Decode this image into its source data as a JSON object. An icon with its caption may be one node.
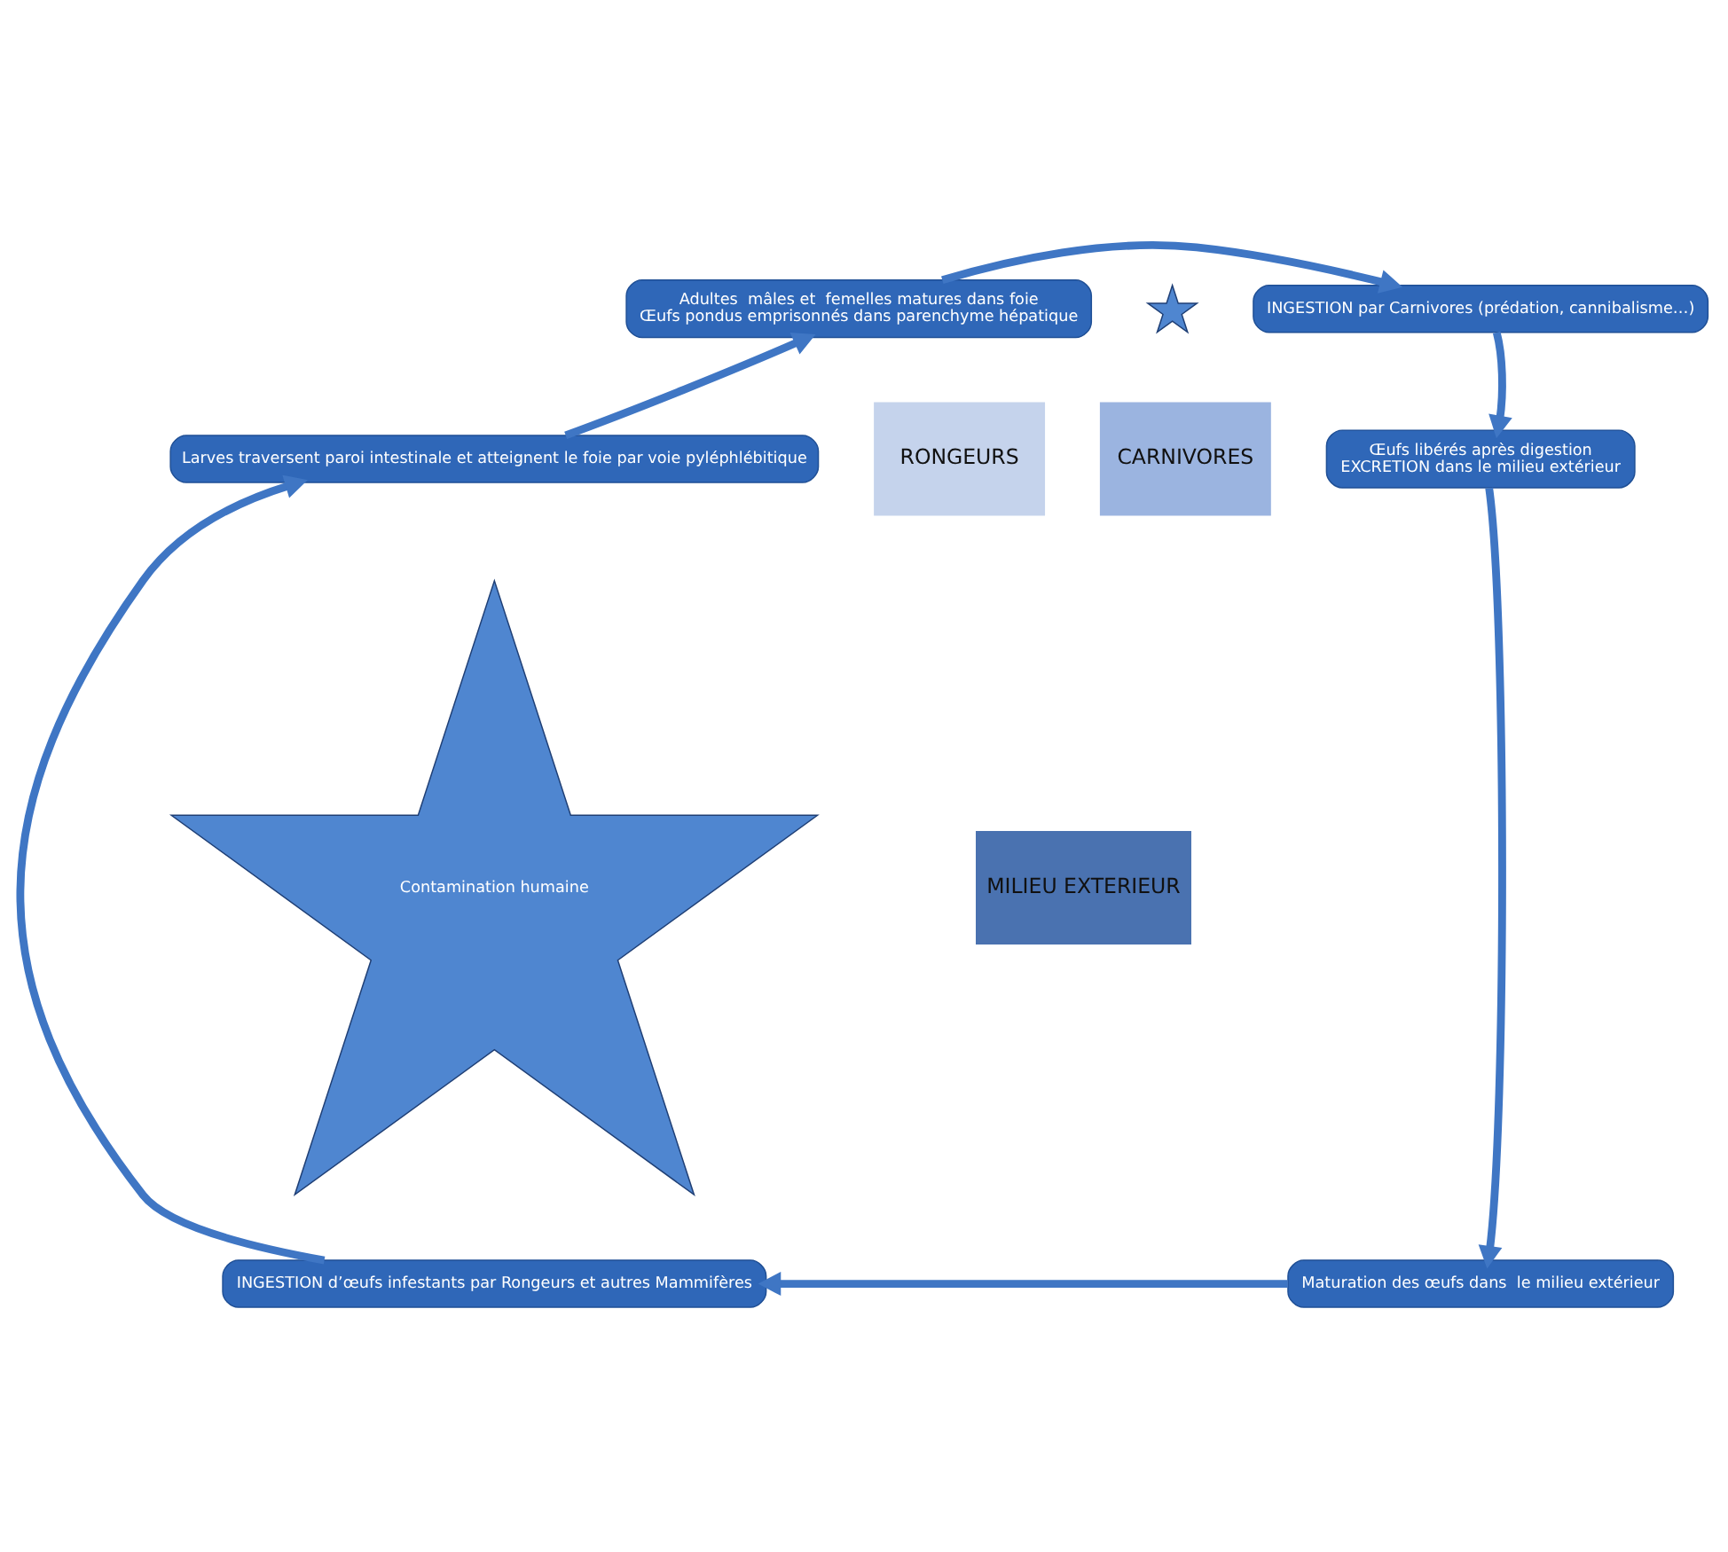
{
  "diagram": {
    "nodes": [
      {
        "text": [
          "Adultes  mâles et  femelles matures dans foie",
          "Œufs pondus emprisonnés dans parenchyme hépatique"
        ]
      },
      {
        "text": [
          "INGESTION par Carnivores (prédation, cannibalisme…)"
        ]
      },
      {
        "text": [
          "Œufs libérés après digestion",
          "EXCRETION dans le milieu extérieur"
        ]
      },
      {
        "text": [
          "Maturation des œufs dans  le milieu extérieur"
        ]
      },
      {
        "text": [
          "INGESTION d’œufs infestants par Rongeurs et autres Mammifères"
        ]
      },
      {
        "text": [
          "Larves traversent paroi intestinale et atteignent le foie par voie pyléphlébitique"
        ]
      },
      {
        "text": [
          "Contamination humaine"
        ]
      },
      {
        "text": [],
        "shape": "star"
      },
      {
        "text": [
          "RONGEURS"
        ]
      },
      {
        "text": [
          "CARNIVORES"
        ]
      },
      {
        "text": [
          "MILIEU EXTERIEUR"
        ]
      }
    ],
    "edges": [
      {
        "from": 0,
        "to": 1,
        "arrow": "to"
      },
      {
        "from": 1,
        "to": 2,
        "arrow": "to"
      },
      {
        "from": 2,
        "to": 3,
        "arrow": "to"
      },
      {
        "from": 3,
        "to": 4,
        "arrow": "to"
      },
      {
        "from": 4,
        "to": 5,
        "arrow": "to"
      },
      {
        "from": 5,
        "to": 0,
        "arrow": "to"
      }
    ]
  }
}
